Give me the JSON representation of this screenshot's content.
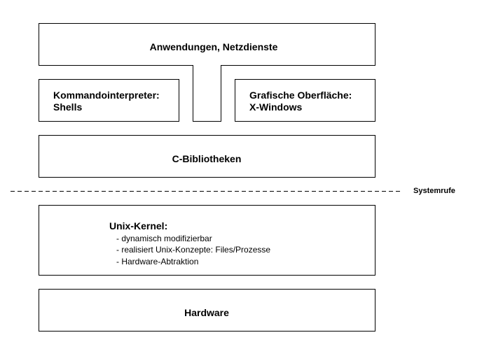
{
  "diagram": {
    "applications": "Anwendungen, Netzdienste",
    "shell_line1": "Kommandointerpreter:",
    "shell_line2": "Shells",
    "gui_line1": "Grafische Oberfläche:",
    "gui_line2": "X-Windows",
    "c_libs": "C-Bibliotheken",
    "syscalls": "Systemrufe",
    "kernel": {
      "title": "Unix-Kernel:",
      "items": [
        "- dynamisch modifizierbar",
        "- realisiert Unix-Konzepte: Files/Prozesse",
        "- Hardware-Abtraktion"
      ]
    },
    "hardware": "Hardware"
  },
  "colors": {
    "stroke": "#000000",
    "background": "#ffffff"
  }
}
